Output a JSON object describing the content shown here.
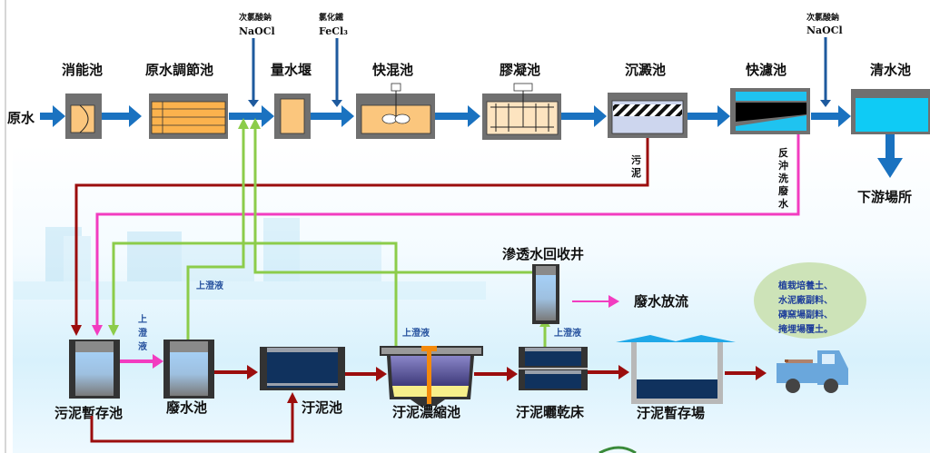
{
  "colors": {
    "main_flow": "#1a72c0",
    "chem_line": "#1e5a9e",
    "sludge": "#9b0d0d",
    "backwash": "#f23cc0",
    "supernatant": "#8ccc4a",
    "tank_frame": "#707070",
    "tank_orange": "#fbc67d",
    "tank_cyan": "#0fcbf5",
    "tank_dark": "#102f57",
    "reuse_bubble": "#cde3b8",
    "truck": "#6aa7dc"
  },
  "main_line": {
    "raw_water": "原水",
    "stages": [
      {
        "id": "energy-dissipation",
        "label": "消能池"
      },
      {
        "id": "raw-water-regulation",
        "label": "原水調節池"
      },
      {
        "id": "flow-measuring-weir",
        "label": "量水堰"
      },
      {
        "id": "rapid-mix",
        "label": "快混池"
      },
      {
        "id": "flocculation",
        "label": "膠凝池"
      },
      {
        "id": "sedimentation",
        "label": "沉澱池"
      },
      {
        "id": "rapid-filter",
        "label": "快濾池"
      },
      {
        "id": "clear-water",
        "label": "清水池"
      }
    ],
    "downstream": "下游場所"
  },
  "chemicals": [
    {
      "name": "次氯酸鈉",
      "formula": "NaOCl"
    },
    {
      "name": "氯化鐵",
      "formula": "FeCl₃"
    },
    {
      "name": "次氯酸鈉",
      "formula": "NaOCl"
    }
  ],
  "flow_labels": {
    "sludge_vertical": [
      "污",
      "泥"
    ],
    "backwash_vertical": [
      "反",
      "沖",
      "洗",
      "廢",
      "水"
    ],
    "supernatant": "上澄液",
    "supernatant_vertical": [
      "上",
      "澄",
      "液"
    ],
    "wastewater_discharge": "廢水放流"
  },
  "sludge_line": {
    "stages": [
      {
        "id": "sludge-temp-tank",
        "label": "污泥暫存池"
      },
      {
        "id": "wastewater-tank",
        "label": "廢水池"
      },
      {
        "id": "sludge-tank",
        "label": "汙泥池"
      },
      {
        "id": "sludge-thickener",
        "label": "汙泥濃縮池"
      },
      {
        "id": "sludge-drying-bed",
        "label": "汙泥曬乾床"
      },
      {
        "id": "sludge-storage-yard",
        "label": "汙泥暫存場"
      }
    ],
    "seepage_well": "滲透水回收井"
  },
  "reuse": {
    "lines": [
      "植栽培養土、",
      "水泥廠副料、",
      "磚窯場副料、",
      "掩埋場覆土。"
    ]
  }
}
